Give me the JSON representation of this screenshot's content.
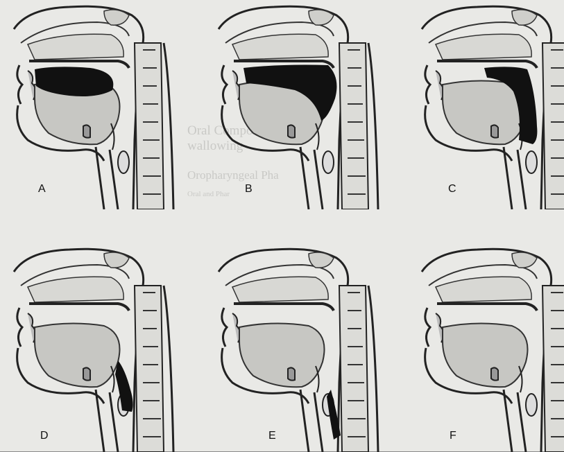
{
  "figure": {
    "panels": [
      {
        "id": "A",
        "label": "A"
      },
      {
        "id": "B",
        "label": "B"
      },
      {
        "id": "C",
        "label": "C"
      },
      {
        "id": "D",
        "label": "D"
      },
      {
        "id": "E",
        "label": "E"
      },
      {
        "id": "F",
        "label": "F"
      }
    ]
  },
  "background_text": {
    "heading1": "Oral Compo",
    "heading2": "wallowing",
    "heading3": "Oropharyngeal Pha",
    "subheading": "Oral and Phar"
  }
}
